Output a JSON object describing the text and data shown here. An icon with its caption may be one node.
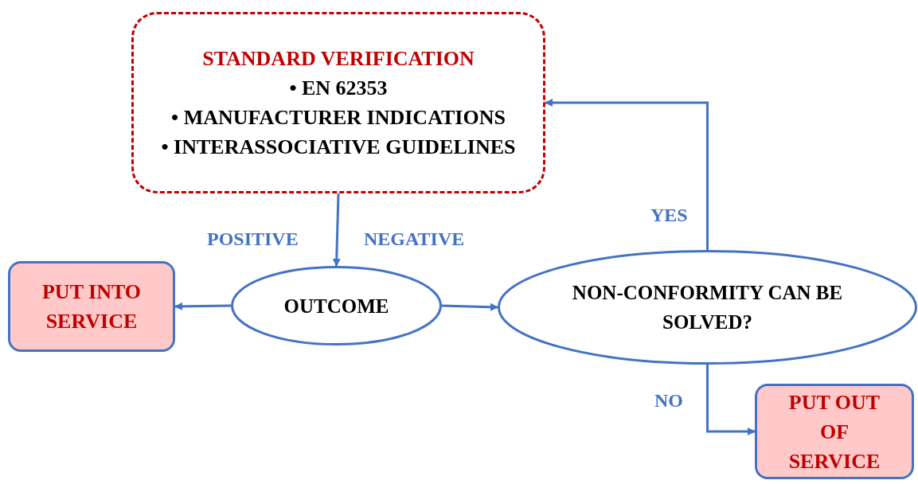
{
  "diagram": {
    "nodes": [
      {
        "text": [
          "STANDARD VERIFICATION",
          "• EN 62353",
          "• MANUFACTURER INDICATIONS",
          "• INTERASSOCIATIVE GUIDELINES"
        ]
      },
      {
        "text": [
          "PUT INTO SERVICE"
        ]
      },
      {
        "text": [
          "OUTCOME"
        ]
      },
      {
        "text": [
          "NON-CONFORMITY CAN BE SOLVED?"
        ]
      },
      {
        "text": [
          "PUT OUT OF SERVICE"
        ]
      }
    ],
    "edges": [
      {
        "from": 0,
        "to": 2,
        "arrow": "to"
      },
      {
        "from": 2,
        "to": 1,
        "arrow": "to",
        "label": "POSITIVE"
      },
      {
        "from": 2,
        "to": 3,
        "arrow": "to",
        "label": "NEGATIVE"
      },
      {
        "from": 3,
        "to": 0,
        "arrow": "to",
        "label": "YES"
      },
      {
        "from": 3,
        "to": 4,
        "arrow": "to",
        "label": "NO"
      }
    ]
  }
}
